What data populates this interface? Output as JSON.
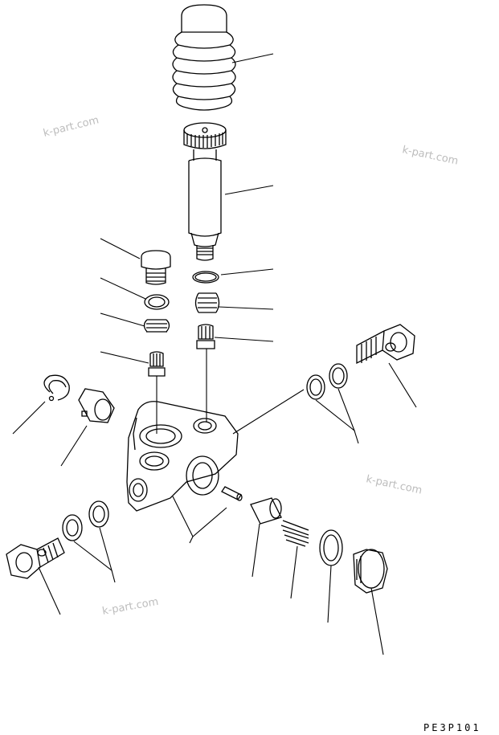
{
  "watermarks": [
    "k-part.com",
    "k-part.com",
    "k-part.com",
    "k-part.com"
  ],
  "drawing_code": "PE3P101"
}
